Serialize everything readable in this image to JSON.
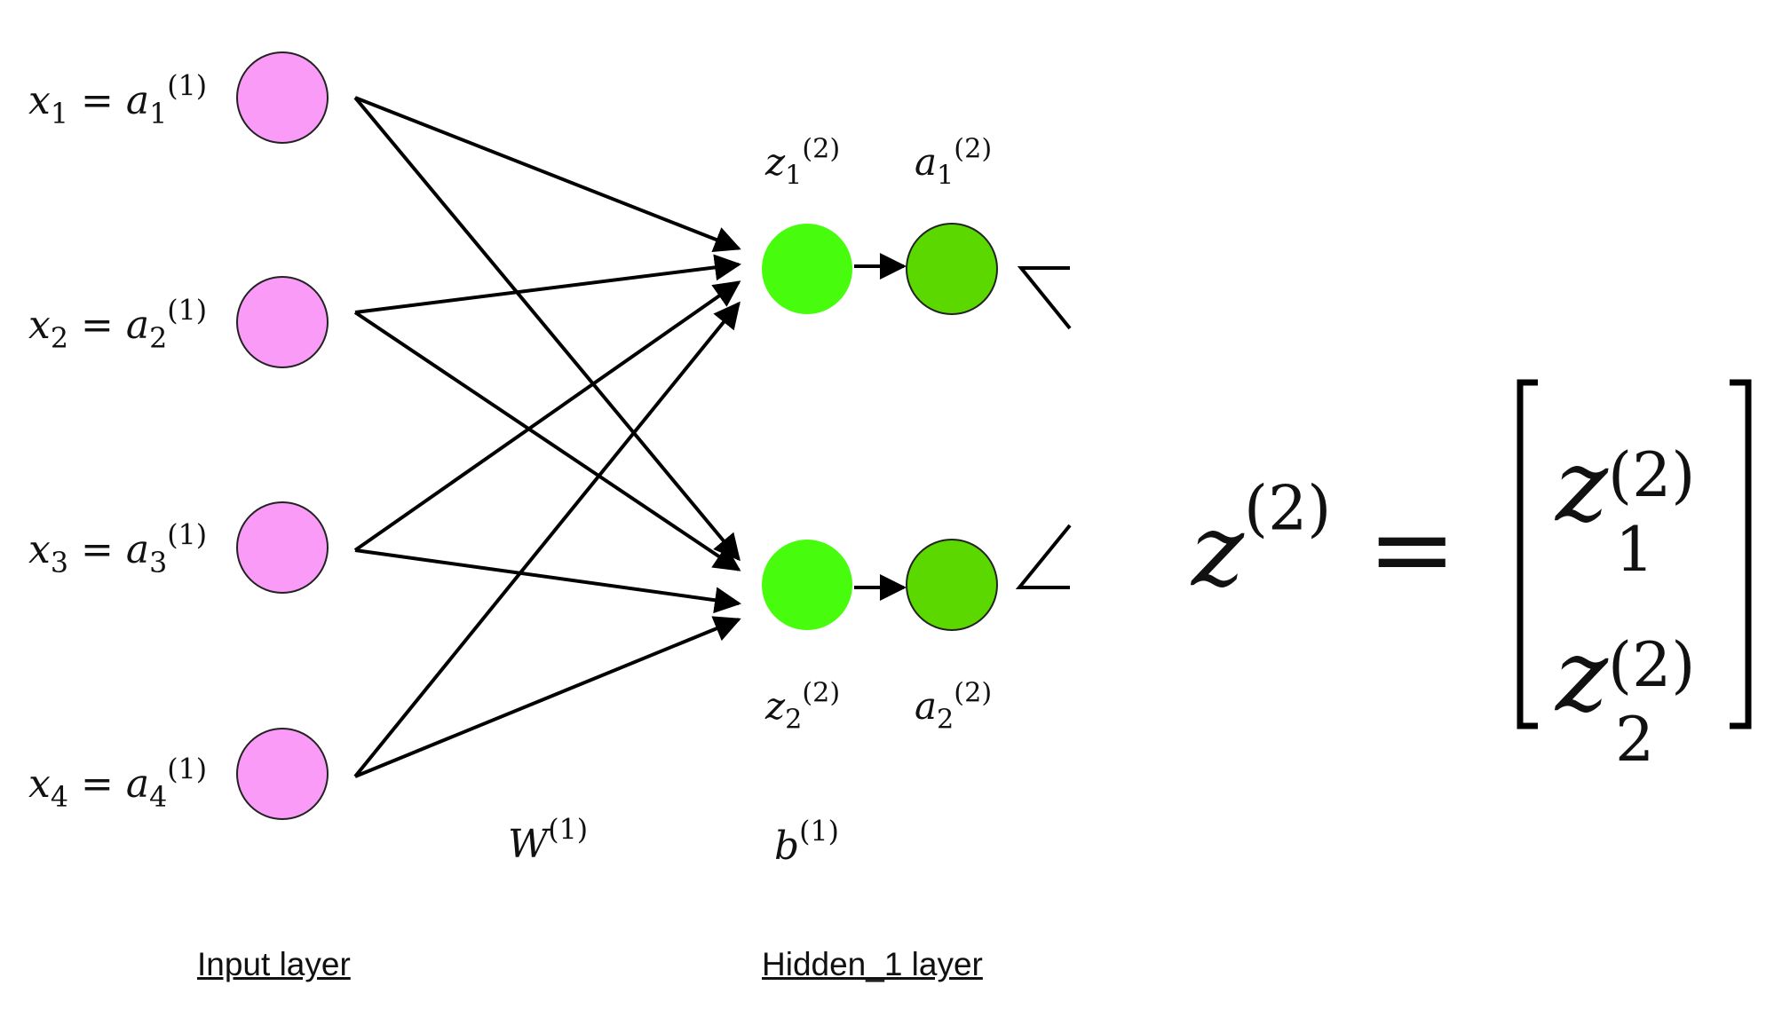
{
  "inputs": [
    {
      "var": "x",
      "idx": "1",
      "act": "a",
      "sup": "(1)"
    },
    {
      "var": "x",
      "idx": "2",
      "act": "a",
      "sup": "(1)"
    },
    {
      "var": "x",
      "idx": "3",
      "act": "a",
      "sup": "(1)"
    },
    {
      "var": "x",
      "idx": "4",
      "act": "a",
      "sup": "(1)"
    }
  ],
  "hidden": {
    "z1": {
      "var": "z",
      "idx": "1",
      "sup": "(2)"
    },
    "a1": {
      "var": "a",
      "idx": "1",
      "sup": "(2)"
    },
    "z2": {
      "var": "z",
      "idx": "2",
      "sup": "(2)"
    },
    "a2": {
      "var": "a",
      "idx": "2",
      "sup": "(2)"
    }
  },
  "weights": {
    "var": "W",
    "sup": "(1)"
  },
  "bias": {
    "var": "b",
    "sup": "(1)"
  },
  "captions": {
    "input": "Input layer",
    "hidden": "Hidden_1 layer"
  },
  "equation": {
    "lhs_var": "z",
    "lhs_sup": "(2)",
    "eq": "=",
    "rows": [
      {
        "var": "z",
        "idx": "1",
        "sup": "(2)"
      },
      {
        "var": "z",
        "idx": "2",
        "sup": "(2)"
      }
    ]
  },
  "colors": {
    "input_node": "#f99bf7",
    "z_node": "#47fc0c",
    "a_node": "#5ad800",
    "edge": "#000000"
  }
}
